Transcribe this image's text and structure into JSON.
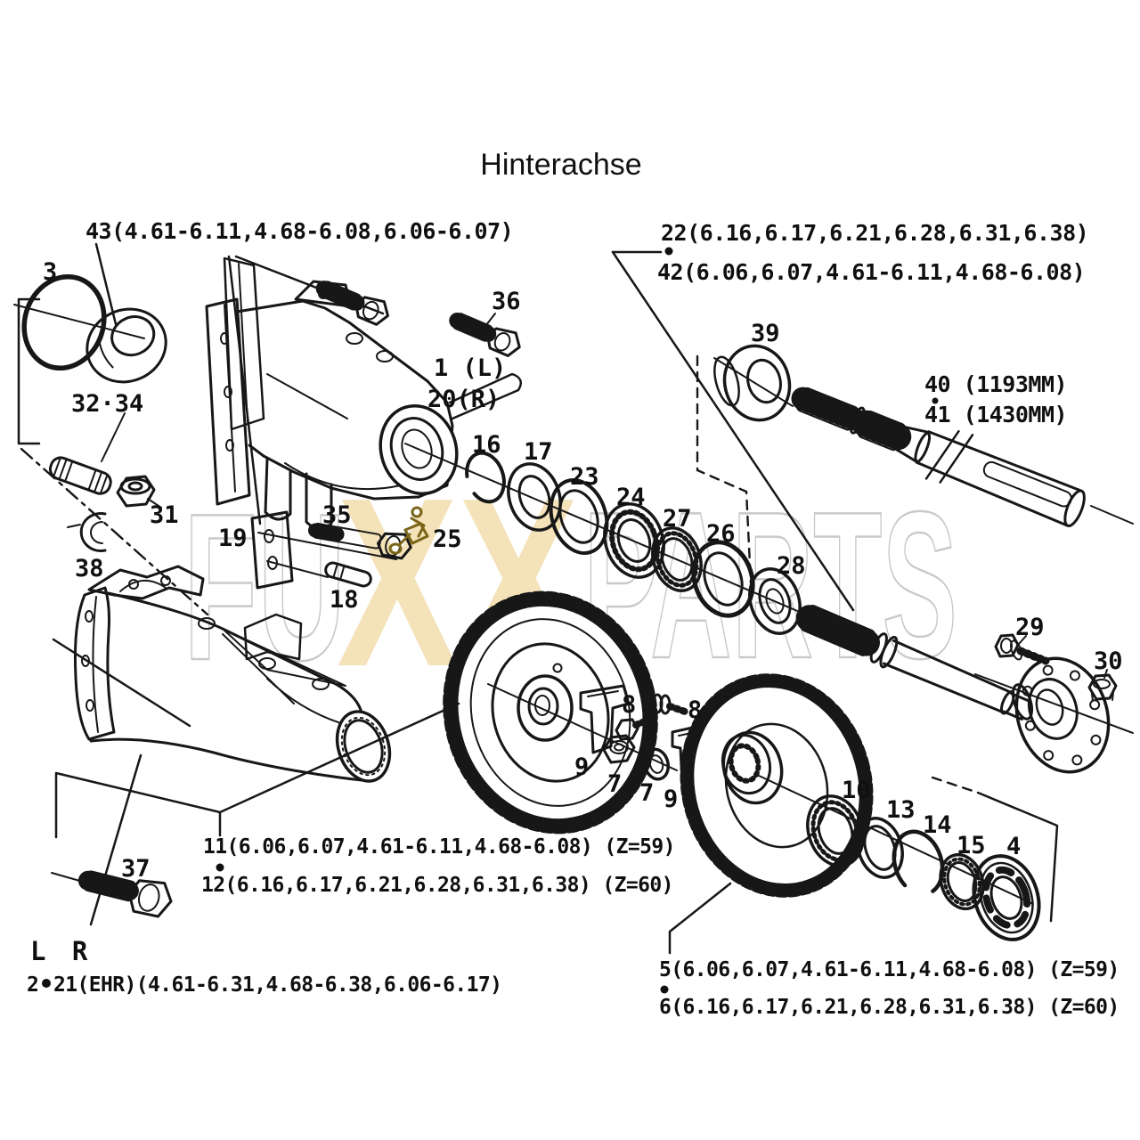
{
  "title": "Hinterachse",
  "watermark": {
    "part1": "FU",
    "part2": "XX",
    "part3": "PARTS"
  },
  "colors": {
    "ink": "#171717",
    "paper": "#ffffff",
    "watermark_tan": "#f4e2b8",
    "watermark_outline": "#c9c9c9",
    "fitting_olive": "#7a651a"
  },
  "notes": {
    "top_left": "43(4.61-6.11,4.68-6.08,6.06-6.07)",
    "top_right_1": "22(6.16,6.17,6.21,6.28,6.31,6.38)",
    "top_right_2": "42(6.06,6.07,4.61-6.11,4.68-6.08)",
    "shaft_len_1": "40 (1193MM)",
    "shaft_len_2": "41 (1430MM)",
    "gear_left_1": "11(6.06,6.07,4.61-6.11,4.68-6.08) (Z=59)",
    "gear_left_2": "12(6.16,6.17,6.21,6.28,6.31,6.38) (Z=60)",
    "gear_right_1": "5(6.06,6.07,4.61-6.11,4.68-6.08) (Z=59)",
    "gear_right_2": "6(6.16,6.17,6.21,6.28,6.31,6.38) (Z=60)",
    "orientation": "L R",
    "bottom_left_prefix": "2",
    "bottom_left": "21(EHR)(4.61-6.31,4.68-6.38,6.06-6.17)"
  },
  "part_labels": {
    "p1": "1 (L)",
    "p20": "20(R)",
    "p3": "3",
    "p4": "4",
    "p7": "7",
    "p8": "8",
    "p9": "9",
    "p10": "10",
    "p13": "13",
    "p14": "14",
    "p15": "15",
    "p16": "16",
    "p17": "17",
    "p18": "18",
    "p19": "19",
    "p23": "23",
    "p24": "24",
    "p25": "25",
    "p26": "26",
    "p27": "27",
    "p28": "28",
    "p29": "29",
    "p30": "30",
    "p31": "31",
    "p32_34": "32·34",
    "p35": "35",
    "p36": "36",
    "p37": "37",
    "p38": "38",
    "p39": "39"
  }
}
